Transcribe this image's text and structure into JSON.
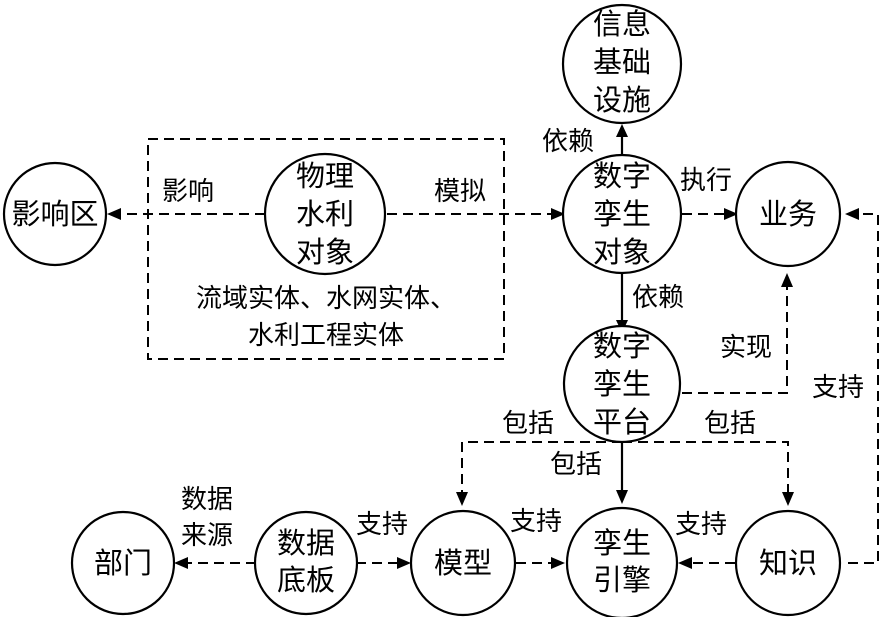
{
  "nodes": {
    "info_infra": [
      "信息",
      "基础",
      "设施"
    ],
    "impact_zone": [
      "影响区"
    ],
    "physical_object": [
      "物理",
      "水利",
      "对象"
    ],
    "twin_object": [
      "数字",
      "孪生",
      "对象"
    ],
    "business": [
      "业务"
    ],
    "twin_platform": [
      "数字",
      "孪生",
      "平台"
    ],
    "department": [
      "部门"
    ],
    "data_base": [
      "数据",
      "底板"
    ],
    "model": [
      "模型"
    ],
    "twin_engine": [
      "孪生",
      "引擎"
    ],
    "knowledge": [
      "知识"
    ]
  },
  "box_caption": [
    "流域实体、水网实体、",
    "水利工程实体"
  ],
  "edge_labels": {
    "influence": "影响",
    "simulate": "模拟",
    "depend_top": "依赖",
    "execute": "执行",
    "depend_mid": "依赖",
    "realize": "实现",
    "support_right": "支持",
    "include_left": "包括",
    "include_mid": "包括",
    "include_right": "包括",
    "data_source": [
      "数据",
      "来源"
    ],
    "support_data": "支持",
    "support_model": "支持",
    "support_knowledge": "支持"
  }
}
